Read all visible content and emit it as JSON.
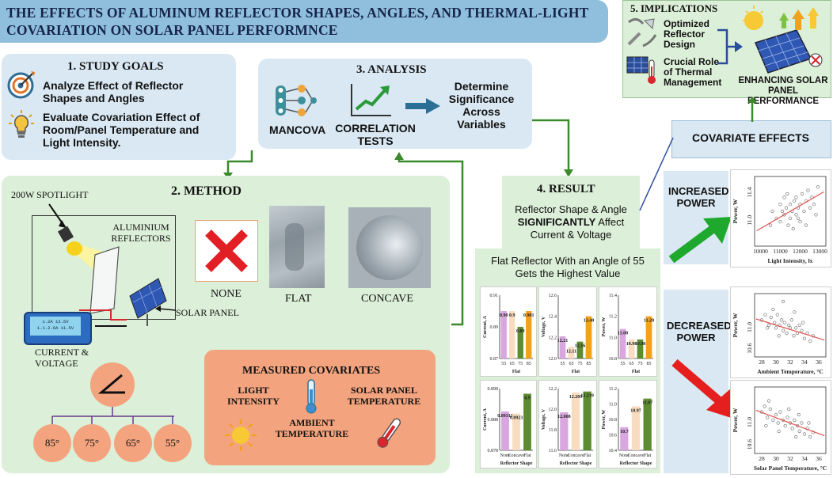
{
  "title": "THE EFFECTS OF ALUMINUM REFLECTOR SHAPES, ANGLES, AND THERMAL-LIGHT COVARIATION ON SOLAR PANEL PERFORMNCE",
  "study_goals": {
    "header": "1. STUDY GOALS",
    "goal1": "Analyze Effect of Reflector Shapes and Angles",
    "goal2": "Evaluate Covariation Effect of Room/Panel Temperature and Light Intensity."
  },
  "analysis": {
    "header": "3. ANALYSIS",
    "mancova": "MANCOVA",
    "correlation": "CORRELATION TESTS",
    "determine": "Determine Significance Across Variables"
  },
  "implications": {
    "header": "5. IMPLICATIONS",
    "item1": "Optimized Reflector Design",
    "item2": "Crucial Role of Thermal Management",
    "result": "ENHANCING SOLAR PANEL PERFORMANCE"
  },
  "method": {
    "header": "2. METHOD",
    "spotlight": "200W SPOTLIGHT",
    "reflectors": "ALUMINIUM REFLECTORS",
    "solar_panel": "SOLAR PANEL",
    "meter": "CURRENT & VOLTAGE",
    "meter_line1": "1.2A 13.5V",
    "meter_line2": "1.1.2.6A 11.5V",
    "shapes": [
      "NONE",
      "FLAT",
      "CONCAVE"
    ],
    "angles": [
      "85°",
      "75°",
      "65°",
      "55°"
    ],
    "covariates_header": "MEASURED COVARIATES",
    "cov_light": "LIGHT INTENSITY",
    "cov_ambient": "AMBIENT TEMPERATURE",
    "cov_panel": "SOLAR PANEL TEMPERATURE"
  },
  "result": {
    "header": "4. RESULT",
    "text_pre": "Reflector Shape & Angle",
    "text_strong": "SIGNIFICANTLY",
    "text_post": "Affect Current & Voltage",
    "flat_text": "Flat Reflector With an Angle of 55 Gets the Highest Value"
  },
  "covariate_effects": {
    "header": "COVARIATE EFFECTS",
    "increased": "INCREASED POWER",
    "decreased": "DECREASED POWER"
  },
  "colors": {
    "pink": "#d9a6e0",
    "peach": "#f8dcc0",
    "green": "#5d8b2f",
    "orange": "#f2a11c",
    "arrow_green": "#1fa82e",
    "arrow_red": "#e51e1e",
    "connector": "#3a8a2a"
  },
  "chart_data": [
    {
      "type": "bar",
      "categories": [
        "55",
        "65",
        "75",
        "85"
      ],
      "values": [
        0.9,
        0.9,
        0.89,
        0.9
      ],
      "data_labels": [
        "0.90",
        "0.9",
        "0.89",
        "0.901"
      ],
      "xlabel": "Flat",
      "ylabel": "Current, A",
      "yticks": [
        "0.87",
        "0.89",
        "0.91"
      ],
      "ylim": [
        0.87,
        0.91
      ]
    },
    {
      "type": "bar",
      "categories": [
        "55",
        "65",
        "75",
        "85"
      ],
      "values": [
        12.21,
        12.11,
        12.16,
        12.4
      ],
      "data_labels": [
        "12.21",
        "12.11",
        "12.16",
        "12.40"
      ],
      "xlabel": "Flat",
      "ylabel": "Voltage, V",
      "yticks": [
        "12.0",
        "12.2",
        "12.4",
        "12.6"
      ],
      "ylim": [
        12.0,
        12.6
      ]
    },
    {
      "type": "bar",
      "categories": [
        "55",
        "65",
        "75",
        "85"
      ],
      "values": [
        11.08,
        10.98,
        10.98,
        11.2
      ],
      "data_labels": [
        "11.08",
        "10.98",
        "10.98",
        "11.20"
      ],
      "xlabel": "Flat",
      "ylabel": "Power, W",
      "yticks": [
        "10.8",
        "11.0",
        "11.2",
        "11.4"
      ],
      "ylim": [
        10.8,
        11.4
      ]
    },
    {
      "type": "bar",
      "categories": [
        "None",
        "Concave",
        "Flat"
      ],
      "values": [
        0.8931,
        0.8923,
        0.9
      ],
      "data_labels": [
        "0.89313",
        "0.8923",
        "0.9"
      ],
      "xlabel": "Reflector Shape",
      "ylabel": "Current, A",
      "yticks": [
        "0.878",
        "0.888",
        "0.898"
      ],
      "ylim": [
        0.878,
        0.902
      ]
    },
    {
      "type": "bar",
      "categories": [
        "None",
        "Concave",
        "Flat"
      ],
      "values": [
        12.0,
        12.209,
        12.219
      ],
      "data_labels": [
        "12.008",
        "12.209",
        "12.219"
      ],
      "xlabel": "Reflector Shape",
      "ylabel": "Voltage, V",
      "yticks": [
        "11.6",
        "11.8",
        "12.0",
        "12.2"
      ],
      "ylim": [
        11.6,
        12.25
      ]
    },
    {
      "type": "bar",
      "categories": [
        "None",
        "Concave",
        "Flat"
      ],
      "values": [
        10.7,
        10.97,
        11.07
      ],
      "data_labels": [
        "10.7",
        "10.97",
        "11.07"
      ],
      "xlabel": "Reflector Shape",
      "ylabel": "Power, W",
      "yticks": [
        "10.4",
        "10.6",
        "10.8",
        "11.0",
        "11.2"
      ],
      "ylim": [
        10.4,
        11.2
      ]
    },
    {
      "type": "scatter",
      "xlabel": "Light Intensity, lx",
      "ylabel": "Power, W",
      "xlim": [
        9700,
        13300
      ],
      "ylim": [
        10.6,
        11.6
      ],
      "xticks": [
        "10000",
        "11000",
        "12000",
        "13000"
      ],
      "yticks": [
        "11.0",
        "11.4"
      ],
      "trend": [
        [
          9800,
          10.82
        ],
        [
          13200,
          11.38
        ]
      ],
      "points": [
        [
          10500,
          10.9
        ],
        [
          10800,
          11.0
        ],
        [
          11000,
          10.95
        ],
        [
          11100,
          11.1
        ],
        [
          11200,
          11.05
        ],
        [
          11300,
          11.15
        ],
        [
          11400,
          10.9
        ],
        [
          11500,
          11.2
        ],
        [
          11500,
          11.0
        ],
        [
          11600,
          11.1
        ],
        [
          11700,
          11.25
        ],
        [
          11800,
          11.05
        ],
        [
          11800,
          11.3
        ],
        [
          11900,
          11.15
        ],
        [
          12000,
          11.2
        ],
        [
          12000,
          10.95
        ],
        [
          12100,
          11.35
        ],
        [
          12200,
          11.1
        ],
        [
          12300,
          11.25
        ],
        [
          12400,
          11.4
        ],
        [
          12500,
          11.15
        ],
        [
          12600,
          11.3
        ],
        [
          12700,
          11.2
        ],
        [
          12900,
          11.45
        ],
        [
          11200,
          11.3
        ],
        [
          11000,
          11.2
        ],
        [
          10600,
          11.1
        ],
        [
          12300,
          10.9
        ],
        [
          11650,
          10.85
        ],
        [
          12800,
          11.05
        ],
        [
          11350,
          11.35
        ],
        [
          11900,
          11.0
        ]
      ]
    },
    {
      "type": "scatter",
      "xlabel": "Ambient Temperature, °C",
      "ylabel": "Power, W",
      "xlim": [
        27,
        37
      ],
      "ylim": [
        10.4,
        11.6
      ],
      "xticks": [
        "28",
        "30",
        "32",
        "34",
        "36"
      ],
      "yticks": [
        "10.6",
        "11.0"
      ],
      "trend": [
        [
          27.2,
          11.12
        ],
        [
          36.8,
          10.72
        ]
      ],
      "points": [
        [
          28,
          11.1
        ],
        [
          28.5,
          11.2
        ],
        [
          29,
          11.0
        ],
        [
          29.3,
          11.15
        ],
        [
          29.8,
          11.05
        ],
        [
          30,
          10.95
        ],
        [
          30.2,
          11.2
        ],
        [
          30.5,
          11.0
        ],
        [
          30.8,
          11.1
        ],
        [
          31,
          10.9
        ],
        [
          31.2,
          11.05
        ],
        [
          31.5,
          10.85
        ],
        [
          31.8,
          11.0
        ],
        [
          32,
          10.95
        ],
        [
          32.2,
          11.1
        ],
        [
          32.5,
          10.8
        ],
        [
          32.8,
          10.95
        ],
        [
          33,
          10.85
        ],
        [
          33.3,
          11.0
        ],
        [
          33.6,
          10.9
        ],
        [
          34,
          10.75
        ],
        [
          34.4,
          10.85
        ],
        [
          34.8,
          10.7
        ],
        [
          35.2,
          10.8
        ],
        [
          31,
          11.45
        ],
        [
          29.6,
          11.3
        ],
        [
          32.6,
          11.25
        ],
        [
          30.4,
          10.8
        ],
        [
          33.8,
          11.05
        ],
        [
          28.8,
          10.95
        ]
      ]
    },
    {
      "type": "scatter",
      "xlabel": "Solar Panel Temperature, °C",
      "ylabel": "Power, W",
      "xlim": [
        27,
        37
      ],
      "ylim": [
        10.4,
        11.6
      ],
      "xticks": [
        "28",
        "30",
        "32",
        "34",
        "36"
      ],
      "yticks": [
        "10.6",
        "11.0"
      ],
      "trend": [
        [
          27.2,
          11.18
        ],
        [
          36.8,
          10.72
        ]
      ],
      "points": [
        [
          28,
          11.15
        ],
        [
          28.4,
          11.25
        ],
        [
          28.8,
          11.05
        ],
        [
          29.2,
          11.2
        ],
        [
          29.6,
          11.0
        ],
        [
          30,
          11.1
        ],
        [
          30.3,
          10.95
        ],
        [
          30.6,
          11.15
        ],
        [
          31,
          11.0
        ],
        [
          31.3,
          10.9
        ],
        [
          31.6,
          11.05
        ],
        [
          32,
          10.95
        ],
        [
          32.3,
          10.85
        ],
        [
          32.6,
          11.0
        ],
        [
          33,
          10.9
        ],
        [
          33.3,
          10.8
        ],
        [
          33.6,
          10.95
        ],
        [
          34,
          10.75
        ],
        [
          34.4,
          10.85
        ],
        [
          34.8,
          10.7
        ],
        [
          35.2,
          10.78
        ],
        [
          29,
          11.35
        ],
        [
          31.8,
          11.2
        ],
        [
          30.4,
          10.8
        ],
        [
          33.2,
          11.1
        ],
        [
          34.6,
          10.95
        ],
        [
          32.8,
          10.7
        ],
        [
          28.6,
          10.9
        ]
      ]
    }
  ]
}
